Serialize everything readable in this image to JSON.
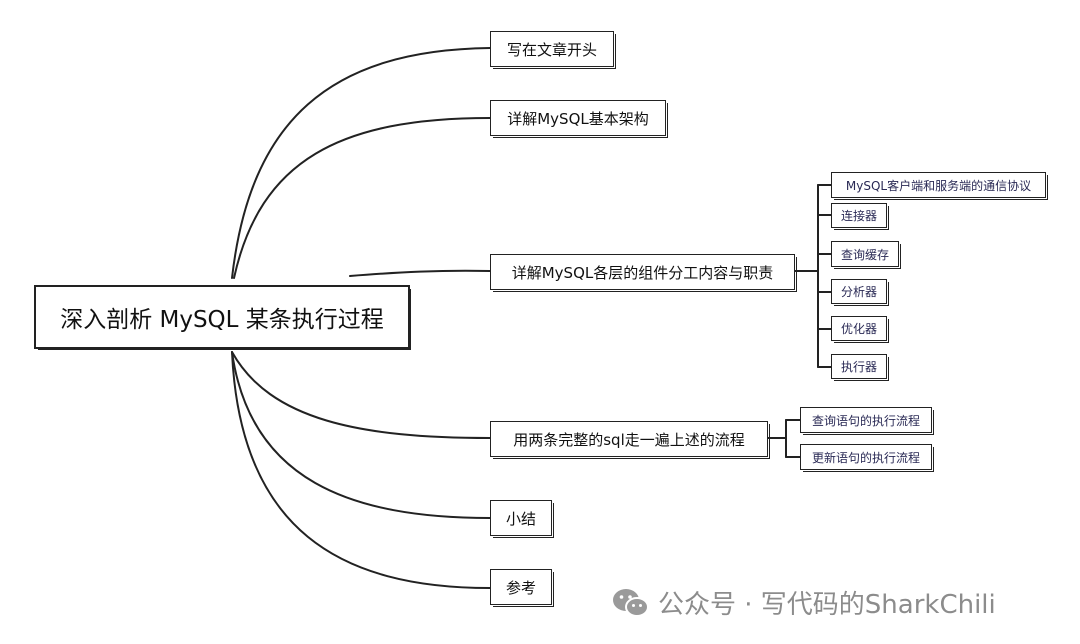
{
  "root": "深入剖析 MySQL 某条执行过程",
  "branches": [
    {
      "label": "写在文章开头"
    },
    {
      "label": "详解MySQL基本架构"
    },
    {
      "label": "详解MySQL各层的组件分工内容与职责",
      "children": [
        "MySQL客户端和服务端的通信协议",
        "连接器",
        "查询缓存",
        "分析器",
        "优化器",
        "执行器"
      ]
    },
    {
      "label": "用两条完整的sql走一遍上述的流程",
      "children": [
        "查询语句的执行流程",
        "更新语句的执行流程"
      ]
    },
    {
      "label": "小结"
    },
    {
      "label": "参考"
    }
  ],
  "watermark": "公众号 · 写代码的SharkChili",
  "colors": {
    "line": "#222222",
    "watermark": "#8c8c8c",
    "leaf_text": "#2a2a55"
  }
}
